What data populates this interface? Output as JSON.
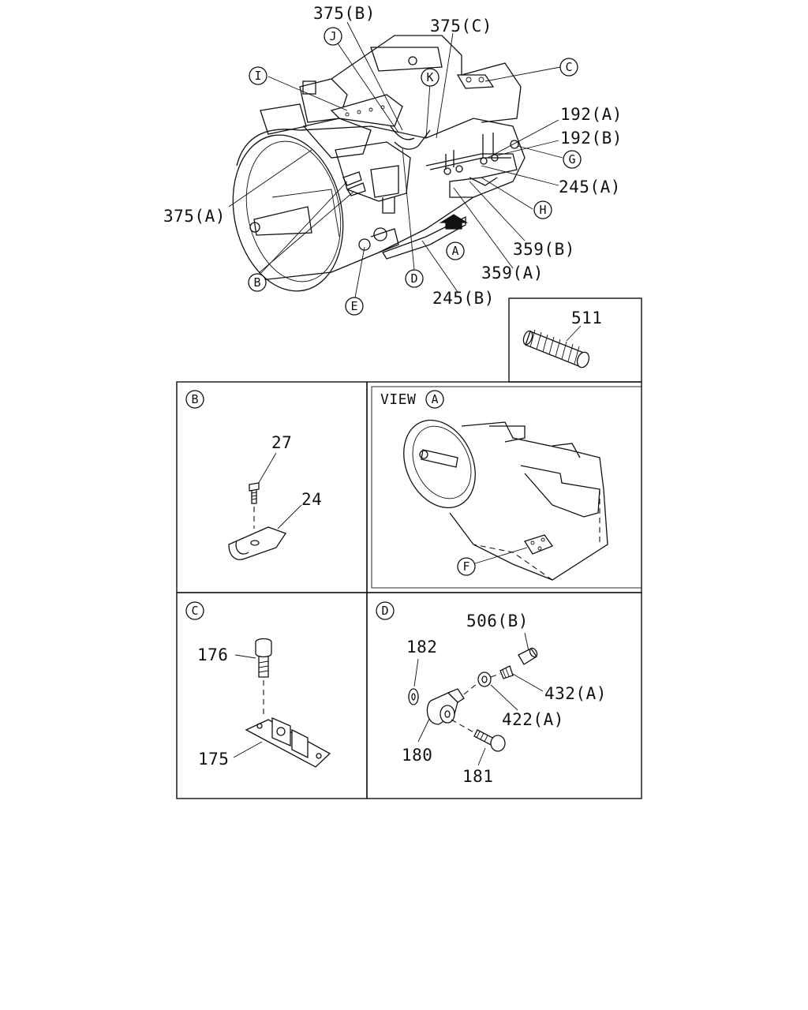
{
  "main_view": {
    "callouts": [
      "375(B)",
      "375(C)",
      "192(A)",
      "192(B)",
      "245(A)",
      "375(A)",
      "359(B)",
      "359(A)",
      "245(B)"
    ],
    "letters": [
      "I",
      "J",
      "K",
      "C",
      "G",
      "H",
      "A",
      "B",
      "D",
      "E"
    ]
  },
  "panel_511": {
    "part": "511"
  },
  "panel_b": {
    "title_letter": "B",
    "parts": [
      "27",
      "24"
    ]
  },
  "panel_view_a": {
    "title_text": "VIEW",
    "title_letter": "A",
    "letters": [
      "F"
    ]
  },
  "panel_c": {
    "title_letter": "C",
    "parts": [
      "176",
      "175"
    ]
  },
  "panel_d": {
    "title_letter": "D",
    "parts": [
      "506(B)",
      "182",
      "432(A)",
      "422(A)",
      "180",
      "181"
    ]
  }
}
